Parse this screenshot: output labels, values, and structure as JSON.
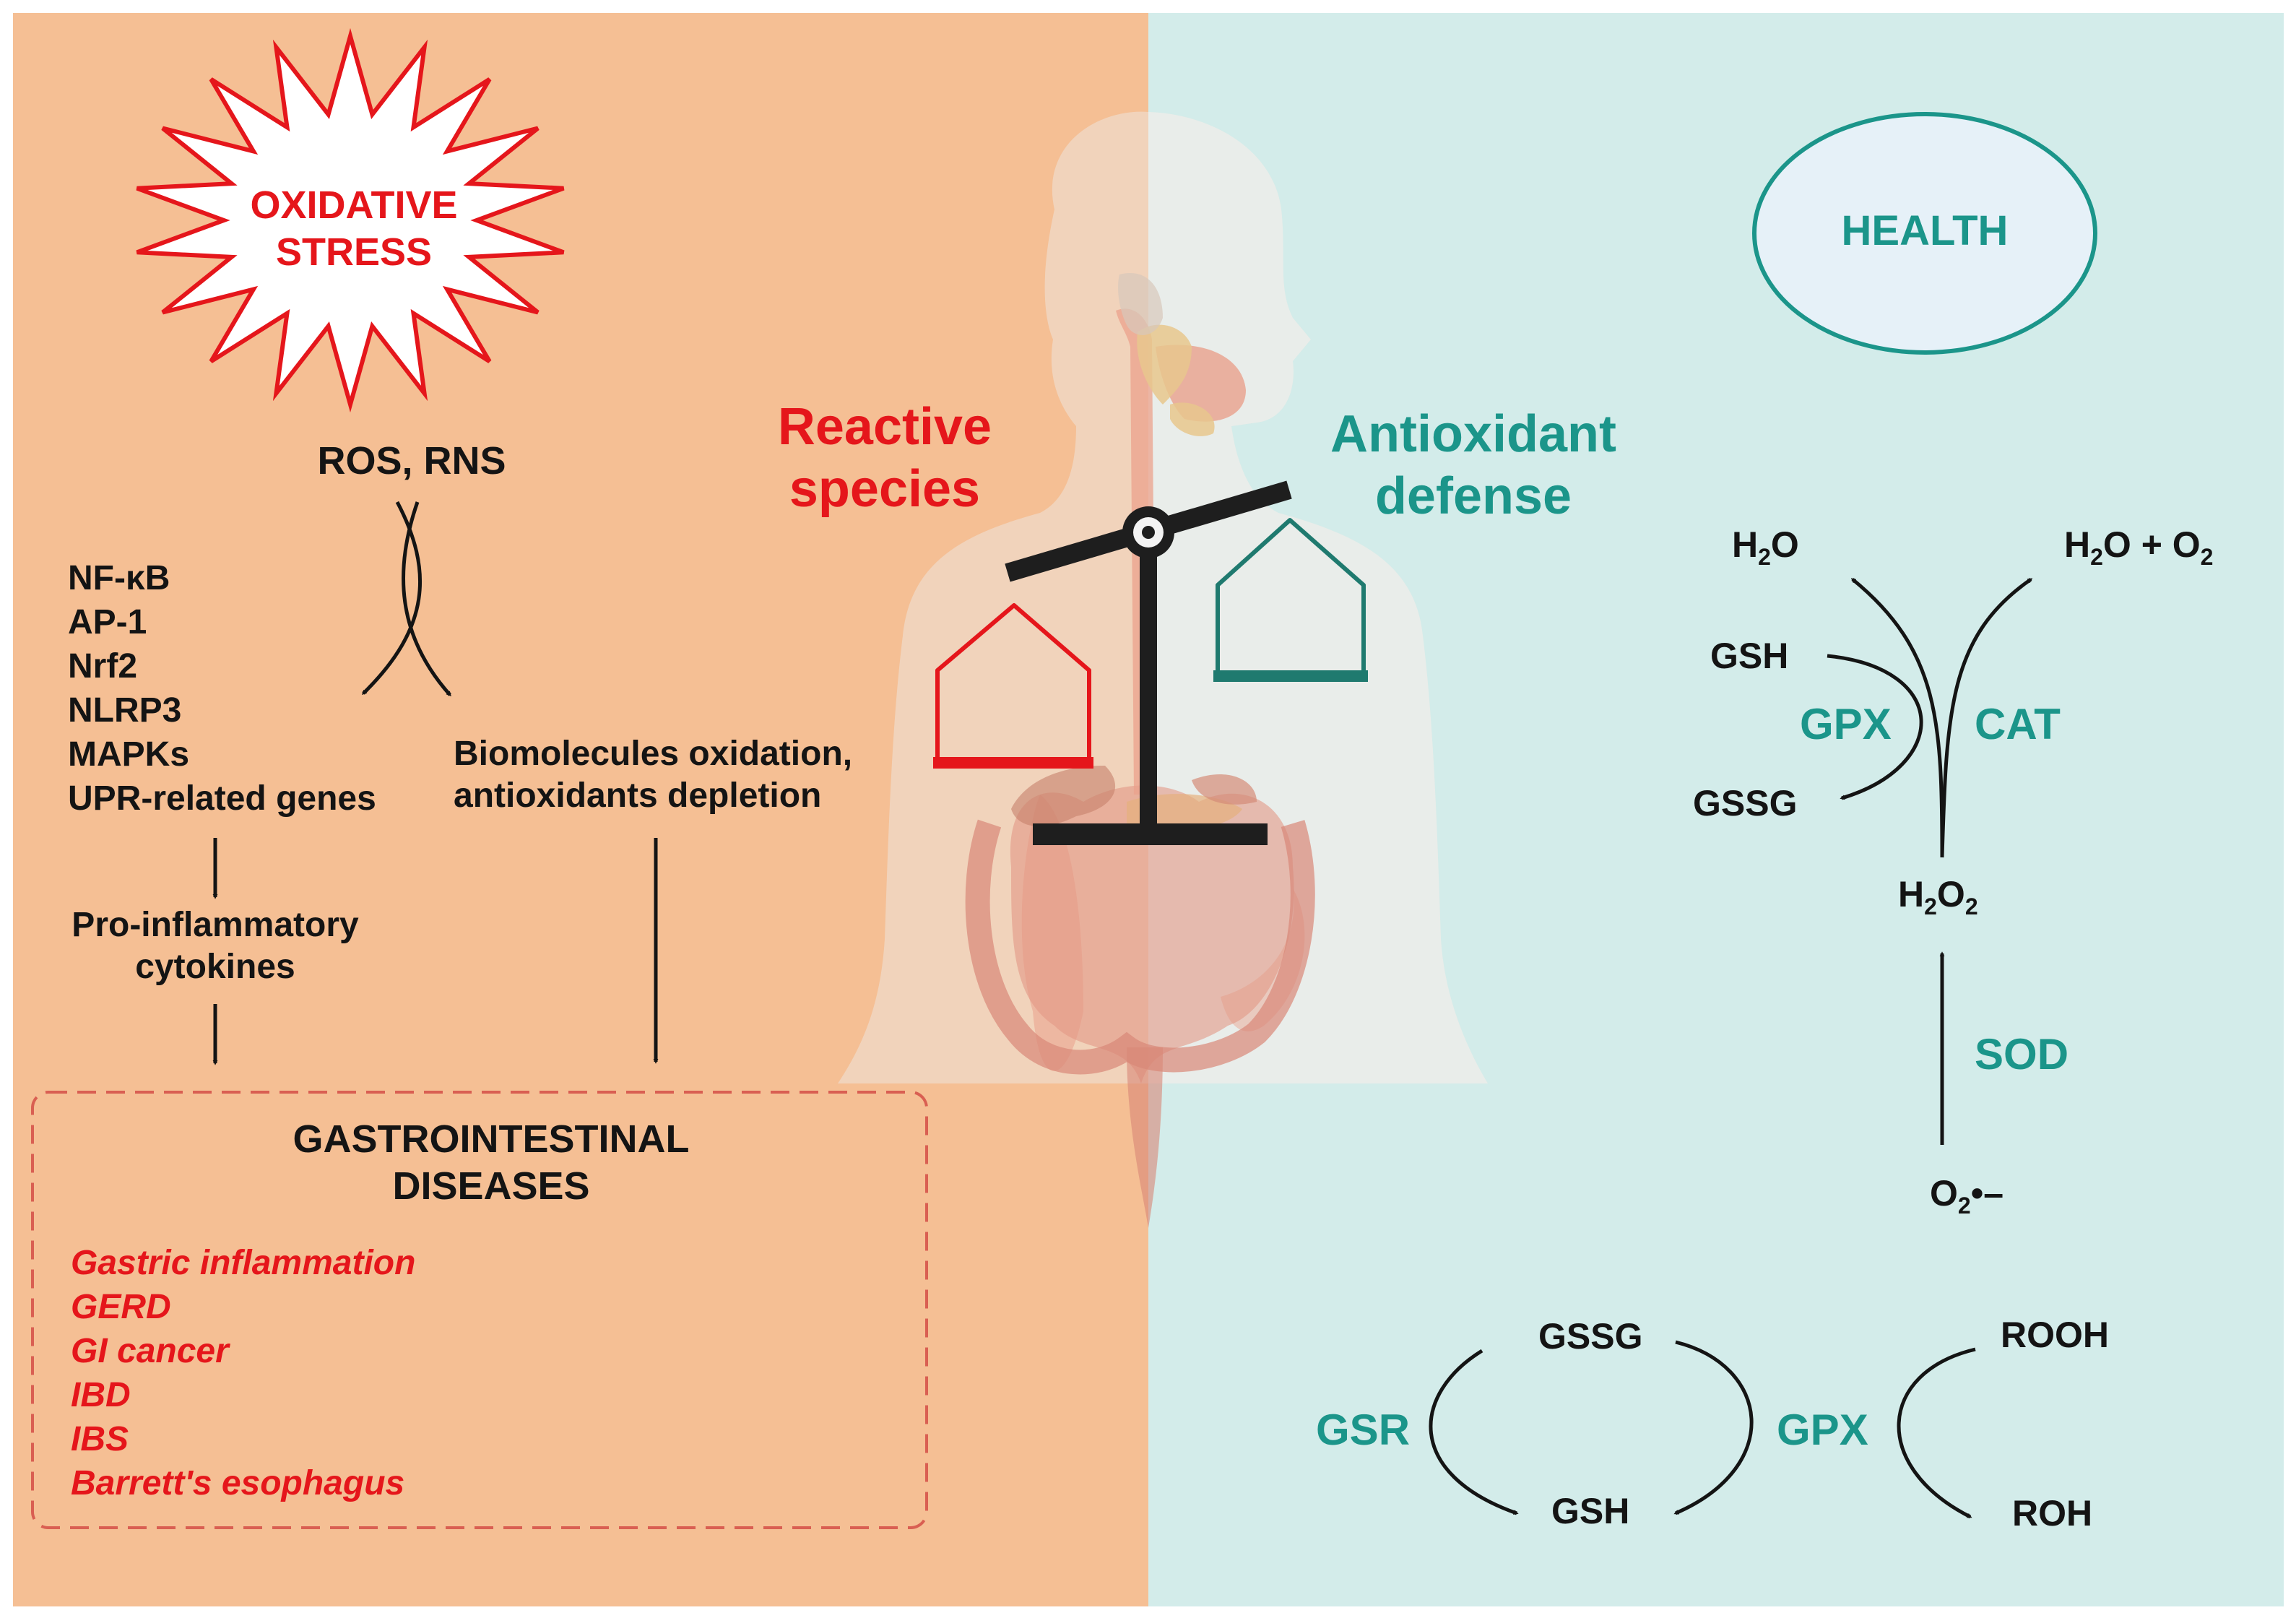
{
  "colors": {
    "left_panel": "#f5bf94",
    "right_panel": "#d3ecea",
    "oxidative_red": "#e5161b",
    "antioxidant_teal": "#1b958a",
    "health_fill": "#e6f1f8",
    "text_dark": "#141414"
  },
  "left": {
    "burst_label": "OXIDATIVE\nSTRESS",
    "ros_rns": "ROS, RNS",
    "genes": [
      "NF-κB",
      "AP-1",
      "Nrf2",
      "NLRP3",
      "MAPKs",
      "UPR-related genes"
    ],
    "biomolecules": "Biomolecules oxidation,\nantioxidants depletion",
    "cytokines": "Pro-inflammatory\ncytokines",
    "gi_title": "GASTROINTESTINAL\nDISEASES",
    "diseases": [
      "Gastric inflammation",
      "GERD",
      "GI cancer",
      "IBD",
      "IBS",
      "Barrett's esophagus"
    ]
  },
  "center": {
    "reactive_species": "Reactive\nspecies",
    "antioxidant_defense": "Antioxidant\ndefense"
  },
  "right": {
    "health": "HEALTH",
    "h2o_left": "H",
    "h2o_left_sub": "2",
    "h2o_left_tail": "O",
    "h2o_o2_a": "H",
    "h2o_o2_sub1": "2",
    "h2o_o2_b": "O + O",
    "h2o_o2_sub2": "2",
    "gsh_top": "GSH",
    "gpx_top": "GPX",
    "cat": "CAT",
    "gssg_top": "GSSG",
    "h2o2_a": "H",
    "h2o2_sub1": "2",
    "h2o2_b": "O",
    "h2o2_sub2": "2",
    "sod": "SOD",
    "superoxide_a": "O",
    "superoxide_sub": "2",
    "superoxide_b": "•–",
    "gssg_bottom": "GSSG",
    "gsr": "GSR",
    "gsh_bottom": "GSH",
    "gpx_bottom": "GPX",
    "rooh": "ROOH",
    "roh": "ROH"
  }
}
